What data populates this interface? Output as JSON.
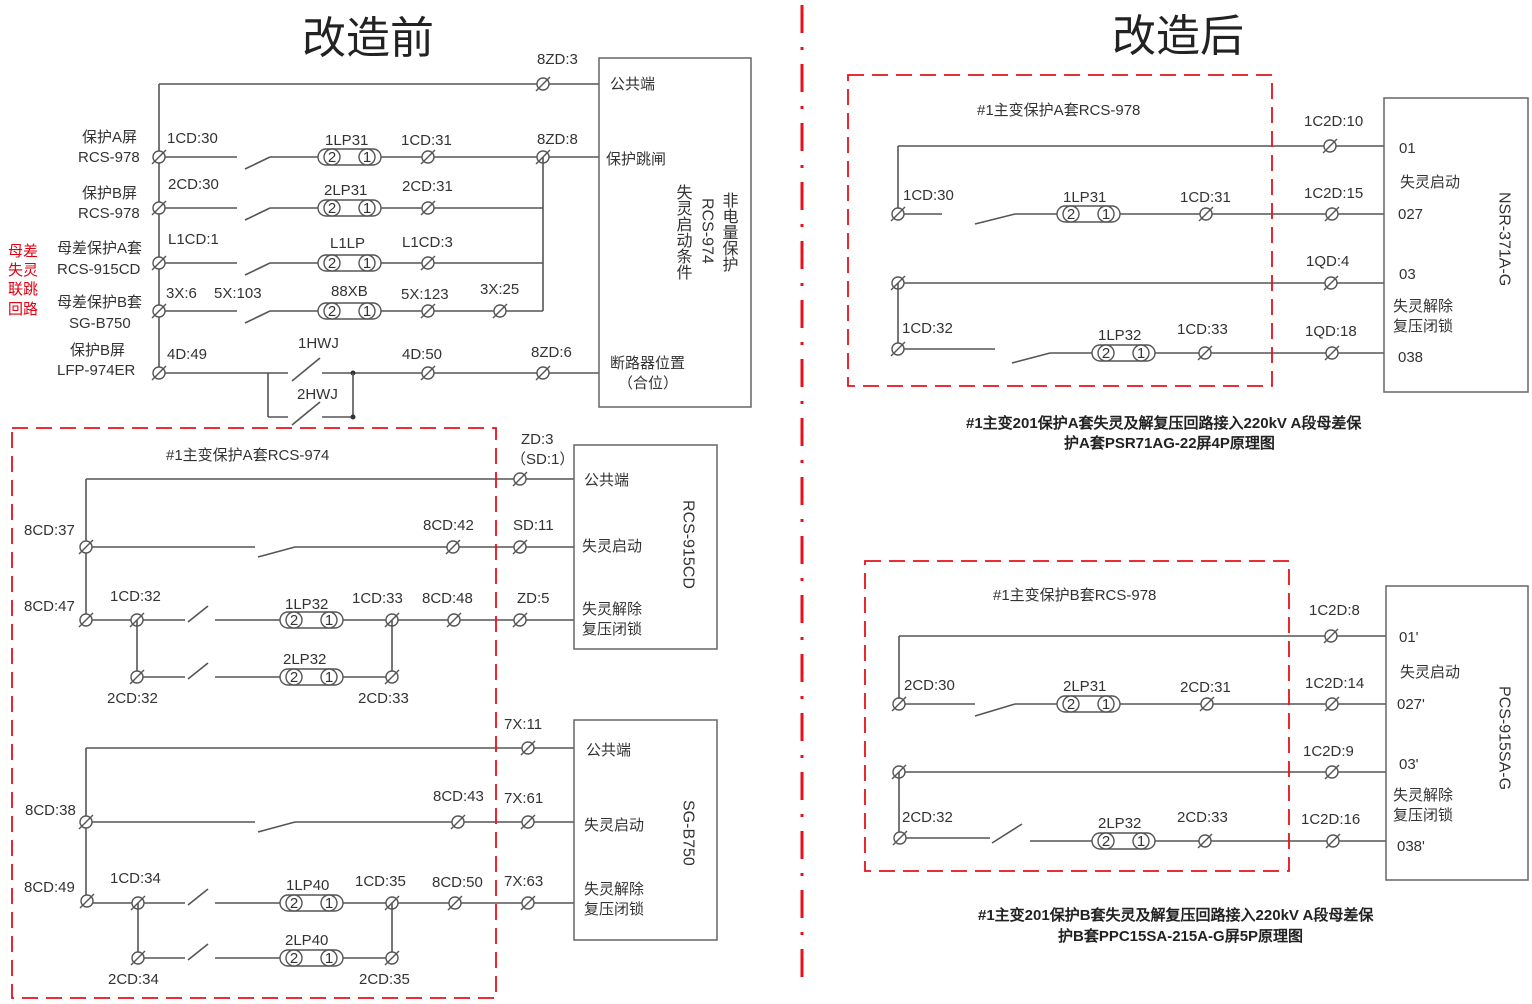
{
  "titles": {
    "before": "改造前",
    "after": "改造后"
  },
  "pill_labels": {
    "left": "2",
    "right": "1"
  },
  "colors": {
    "red": "#e00010",
    "wire": "#555555"
  },
  "before_top": {
    "t8zd3": "8ZD:3",
    "common": "公共端",
    "protA": "保护A屏",
    "rcs978a": "RCS-978",
    "cd130": "1CD:30",
    "lp131": "1LP31",
    "cd131": "1CD:31",
    "zd88": "8ZD:8",
    "trip": "保护跳闸",
    "protB": "保护B屏",
    "rcs978b": "RCS-978",
    "cd230": "2CD:30",
    "lp231": "2LP31",
    "cd231": "2CD:31",
    "red1": "母差",
    "red2": "失灵",
    "red3": "联跳",
    "red4": "回路",
    "busA": "母差保护A套",
    "rcs915": "RCS-915CD",
    "l1cd1": "L1CD:1",
    "l1lp": "L1LP",
    "l1cd3": "L1CD:3",
    "busB": "母差保护B套",
    "sgb750": "SG-B750",
    "x36": "3X:6",
    "x5103": "5X:103",
    "xb88": "88XB",
    "x5123": "5X:123",
    "x325": "3X:25",
    "protB2": "保护B屏",
    "lfp": "LFP-974ER",
    "d449": "4D:49",
    "hwj1": "1HWJ",
    "d450": "4D:50",
    "zd86": "8ZD:6",
    "hwj2": "2HWJ",
    "cbpos": "断路器位置",
    "closed": "（合位）",
    "v1": "非电量保护",
    "v2": "RCS-974",
    "v3": "失灵启动条件"
  },
  "before_s1": {
    "title": "#1主变保护A套RCS-974",
    "zd3": "ZD:3",
    "sd1": "（SD:1）",
    "common": "公共端",
    "cd837": "8CD:37",
    "cd842": "8CD:42",
    "sd11": "SD:11",
    "start": "失灵启动",
    "cd847": "8CD:47",
    "cd132": "1CD:32",
    "lp132": "1LP32",
    "cd133": "1CD:33",
    "cd848": "8CD:48",
    "zd5": "ZD:5",
    "rel1": "失灵解除",
    "rel2": "复压闭锁",
    "lp232": "2LP32",
    "cd232": "2CD:32",
    "cd233": "2CD:33",
    "device": "RCS-915CD"
  },
  "before_s2": {
    "x711": "7X:11",
    "common": "公共端",
    "cd838": "8CD:38",
    "cd843": "8CD:43",
    "x761": "7X:61",
    "start": "失灵启动",
    "cd849": "8CD:49",
    "cd134": "1CD:34",
    "lp140": "1LP40",
    "cd135": "1CD:35",
    "cd850": "8CD:50",
    "x763": "7X:63",
    "rel1": "失灵解除",
    "rel2": "复压闭锁",
    "lp240": "2LP40",
    "cd234": "2CD:34",
    "cd235": "2CD:35",
    "device": "SG-B750"
  },
  "after_a": {
    "title": "#1主变保护A套RCS-978",
    "c2d10": "1C2D:10",
    "p01": "01",
    "start": "失灵启动",
    "cd130": "1CD:30",
    "lp131": "1LP31",
    "cd131": "1CD:31",
    "c2d15": "1C2D:15",
    "p027": "027",
    "qd4": "1QD:4",
    "p03": "03",
    "rel1": "失灵解除",
    "rel2": "复压闭锁",
    "cd132": "1CD:32",
    "lp132": "1LP32",
    "cd133": "1CD:33",
    "qd18": "1QD:18",
    "p038": "038",
    "device": "NSR-371A-G",
    "cap1": "#1主变201保护A套失灵及解复压回路接入220kV A段母差保",
    "cap2": "护A套PSR71AG-22屏4P原理图"
  },
  "after_b": {
    "title": "#1主变保护B套RCS-978",
    "c2d8": "1C2D:8",
    "p01": "01'",
    "start": "失灵启动",
    "cd230": "2CD:30",
    "lp231": "2LP31",
    "cd231": "2CD:31",
    "c2d14": "1C2D:14",
    "p027": "027'",
    "c2d9": "1C2D:9",
    "p03": "03'",
    "rel1": "失灵解除",
    "rel2": "复压闭锁",
    "cd232": "2CD:32",
    "lp232": "2LP32",
    "cd233": "2CD:33",
    "c2d16": "1C2D:16",
    "p038": "038'",
    "device": "PCS-915SA-G",
    "cap1": "#1主变201保护B套失灵及解复压回路接入220kV A段母差保",
    "cap2": "护B套PPC15SA-215A-G屏5P原理图"
  }
}
